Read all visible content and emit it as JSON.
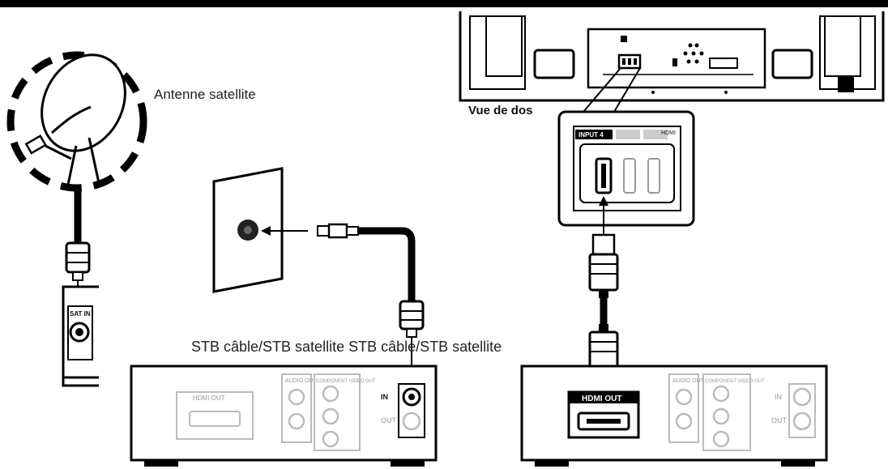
{
  "labels": {
    "satellite_antenna": "Antenne satellite",
    "rear_view": "Vue de dos",
    "stb_caption": "STB câble/STB satellite STB câble/STB satellite"
  },
  "tv_panel": {
    "input_label": "INPUT 4",
    "hdmi_label": "HDMI"
  },
  "left_device": {
    "port_label": "SAT IN"
  },
  "stb_left": {
    "hdmi_out": "HDMI OUT",
    "audio_out": "AUDIO OUT",
    "component": "COMPONENT VIDEO OUT",
    "rf_in": "IN",
    "rf_out": "OUT"
  },
  "stb_right": {
    "hdmi_out": "HDMI OUT",
    "audio_out": "AUDIO OUT",
    "component": "COMPONENT VIDEO OUT",
    "rf_in": "IN",
    "rf_out": "OUT"
  }
}
